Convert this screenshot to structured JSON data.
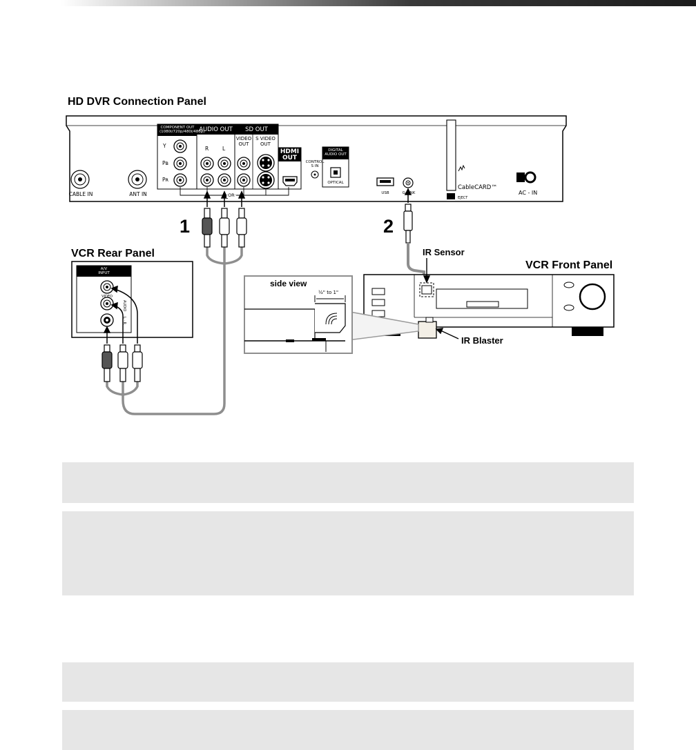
{
  "diagram": {
    "hd_dvr_panel_title": "HD DVR Connection Panel",
    "vcr_rear_panel_title": "VCR Rear Panel",
    "vcr_front_panel_title": "VCR Front Panel",
    "side_view_title": "side view",
    "side_view_distance": "½\" to 1\"",
    "step_1": "1",
    "step_2": "2",
    "ir_sensor_label": "IR Sensor",
    "ir_blaster_label": "IR Blaster",
    "dvr_labels": {
      "cable_in": "CABLE IN",
      "ant_in": "ANT IN",
      "component_out": "COMPONENT OUT",
      "component_out_res": "(1080i/720p/480i/480p)",
      "y": "Y",
      "pb": "Pʙ",
      "pr": "Pʀ",
      "audio_out": "AUDIO OUT",
      "audio_r": "R",
      "audio_l": "L",
      "sd_out": "SD OUT",
      "video_out": "VIDEO OUT",
      "s_video_out": "S VIDEO OUT",
      "hdmi": "HDMI",
      "hdmi_out": "OUT",
      "or": "·OR·",
      "control_s_in": "CONTROL S IN",
      "digital_audio_out": "DIGITAL AUDIO OUT",
      "optical": "OPTICAL",
      "usb": "USB",
      "g_link": "G-LINK",
      "cablecard": "CableCARD™",
      "eject": "EJECT",
      "ac_in": "AC - IN"
    },
    "vcr_rear_labels": {
      "av_input": "A/V INPUT",
      "video": "VIDEO",
      "audio": "AUDIO",
      "audio_lr": "L · R"
    },
    "colors": {
      "cable_gray": "#8e8e8e",
      "band_gray": "#e6e6e6",
      "panel_fill": "#ececec",
      "blaster_tan": "#f3efe6"
    }
  }
}
